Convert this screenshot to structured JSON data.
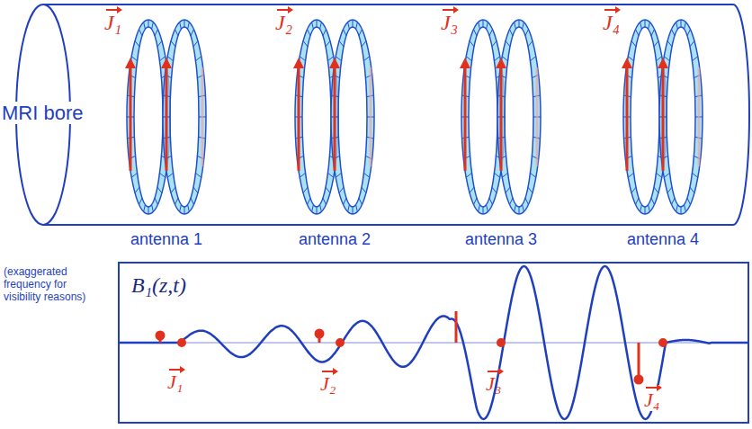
{
  "diagram": {
    "labels": [
      "MRI bore",
      "J₁",
      "J₂",
      "J₃",
      "J₄",
      "antenna 1",
      "antenna 2",
      "antenna 3",
      "antenna 4",
      "(exaggerated frequency for visibility reasons)",
      "B₁(z,t)",
      "J₁",
      "J₂",
      "J₃",
      "J₄"
    ]
  }
}
